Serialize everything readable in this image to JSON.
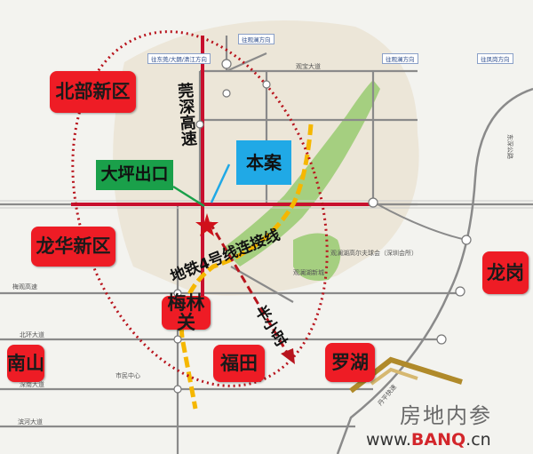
{
  "districts": {
    "north": "北部新区",
    "longhua": "龙华新区",
    "meilin": "梅林关",
    "longgang": "龙岗",
    "nanshan": "南山",
    "futian": "福田",
    "luohu": "罗湖"
  },
  "labels": {
    "dapingExit": "大坪出口",
    "project": "本案",
    "expressway": "莞深高速",
    "metroLink": "地铁4号线连接线",
    "halfHour": "半小时"
  },
  "roadLabels": {
    "topBox1": "往观澜方向",
    "topBox2": "往东莞/大朗/清江方向",
    "topBox3": "往观澜方向",
    "topBox4": "往凤岗方向",
    "guanbaoRoad": "观宝大道",
    "shenyangRoad": "梅观高速",
    "eastRoad": "东深公路",
    "beihuanRoad": "北环大道",
    "shennanRoad": "深南大道",
    "binheRoad": "滨河大道",
    "shiminCenter": "市民中心",
    "guanlanLake": "观澜湖新城",
    "golfClub": "观澜湖高尔夫球会（深圳会所）",
    "meigaoRoad": "梅观高速",
    "danpingRoad": "丹平快速"
  },
  "watermark": {
    "cn": "房地内参",
    "prefix": "www.",
    "brand": "BANQ",
    "suffix": ".cn"
  },
  "colors": {
    "district": "#ee1c25",
    "expresswayRed": "#c8102e",
    "metroYellow": "#f5b700",
    "greenBelt": "#9ac878",
    "ellipse": "#b8141d",
    "blueBox": "#20a9e6",
    "greenBox": "#1aa04a"
  }
}
